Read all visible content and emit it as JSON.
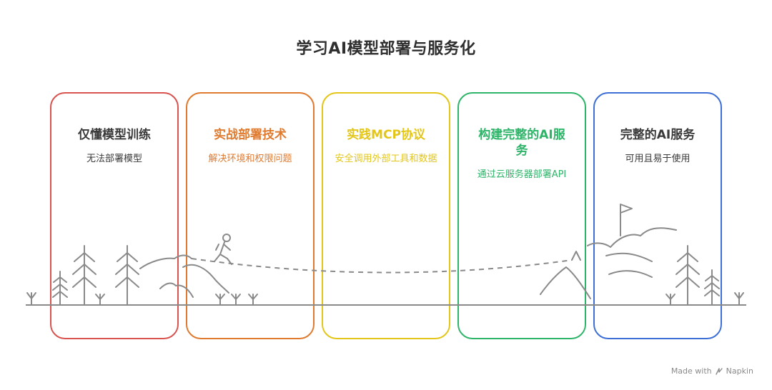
{
  "title": "学习AI模型部署与服务化",
  "stages": [
    {
      "heading": "仅懂模型训练",
      "desc": "无法部署模型",
      "color": "#d9534f"
    },
    {
      "heading": "实战部署技术",
      "desc": "解决环境和权限问题",
      "color": "#e07a2e"
    },
    {
      "heading": "实践MCP协议",
      "desc": "安全调用外部工具和数据",
      "color": "#e3c619"
    },
    {
      "heading": "构建完整的AI服务",
      "desc": "通过云服务器部署API",
      "color": "#2fb56a"
    },
    {
      "heading": "完整的AI服务",
      "desc": "可用且易于使用",
      "color": "#3d6fd6"
    }
  ],
  "footer": {
    "made_with": "Made with",
    "brand": "Napkin"
  }
}
